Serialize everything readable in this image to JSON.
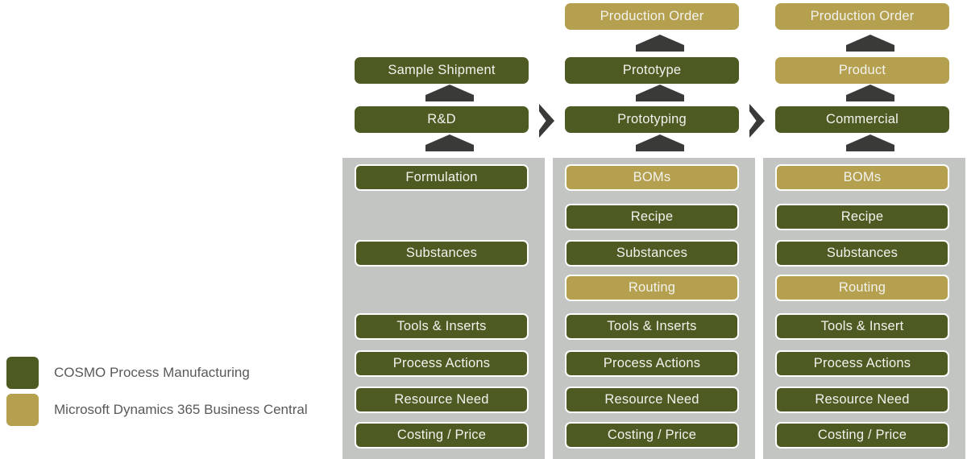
{
  "colors": {
    "cosmo_green": "#4d5a22",
    "business_central_gold": "#b5a04f",
    "panel_gray": "#c3c5c3",
    "arrow_dark": "#3a3a38",
    "box_text": "#f2f2ee",
    "legend_text": "#595959",
    "background": "#ffffff"
  },
  "legend": {
    "items": [
      {
        "swatch": "green",
        "label": "COSMO Process Manufacturing"
      },
      {
        "swatch": "gold",
        "label": "Microsoft Dynamics 365 Business Central"
      }
    ]
  },
  "columns": [
    {
      "id": "rnd",
      "top_stack": [
        {
          "label": "Sample Shipment",
          "color": "green"
        },
        {
          "label": "R&D",
          "color": "green"
        }
      ],
      "rows": [
        {
          "label": "Formulation",
          "color": "green"
        },
        {
          "label": "",
          "color": "empty"
        },
        {
          "label": "Substances",
          "color": "green"
        },
        {
          "label": "",
          "color": "empty"
        },
        {
          "label": "Tools & Inserts",
          "color": "green"
        },
        {
          "label": "Process Actions",
          "color": "green"
        },
        {
          "label": "Resource Need",
          "color": "green"
        },
        {
          "label": "Costing / Price",
          "color": "green"
        }
      ]
    },
    {
      "id": "prototyping",
      "top_stack": [
        {
          "label": "Production Order",
          "color": "gold"
        },
        {
          "label": "Prototype",
          "color": "green"
        },
        {
          "label": "Prototyping",
          "color": "green"
        }
      ],
      "rows": [
        {
          "label": "BOMs",
          "color": "gold"
        },
        {
          "label": "Recipe",
          "color": "green"
        },
        {
          "label": "Substances",
          "color": "green"
        },
        {
          "label": "Routing",
          "color": "gold"
        },
        {
          "label": "Tools & Inserts",
          "color": "green"
        },
        {
          "label": "Process Actions",
          "color": "green"
        },
        {
          "label": "Resource Need",
          "color": "green"
        },
        {
          "label": "Costing / Price",
          "color": "green"
        }
      ]
    },
    {
      "id": "commercial",
      "top_stack": [
        {
          "label": "Production Order",
          "color": "gold"
        },
        {
          "label": "Product",
          "color": "gold"
        },
        {
          "label": "Commercial",
          "color": "green"
        }
      ],
      "rows": [
        {
          "label": "BOMs",
          "color": "gold"
        },
        {
          "label": "Recipe",
          "color": "green"
        },
        {
          "label": "Substances",
          "color": "green"
        },
        {
          "label": "Routing",
          "color": "gold"
        },
        {
          "label": "Tools & Insert",
          "color": "green"
        },
        {
          "label": "Process Actions",
          "color": "green"
        },
        {
          "label": "Resource Need",
          "color": "green"
        },
        {
          "label": "Costing / Price",
          "color": "green"
        }
      ]
    }
  ]
}
